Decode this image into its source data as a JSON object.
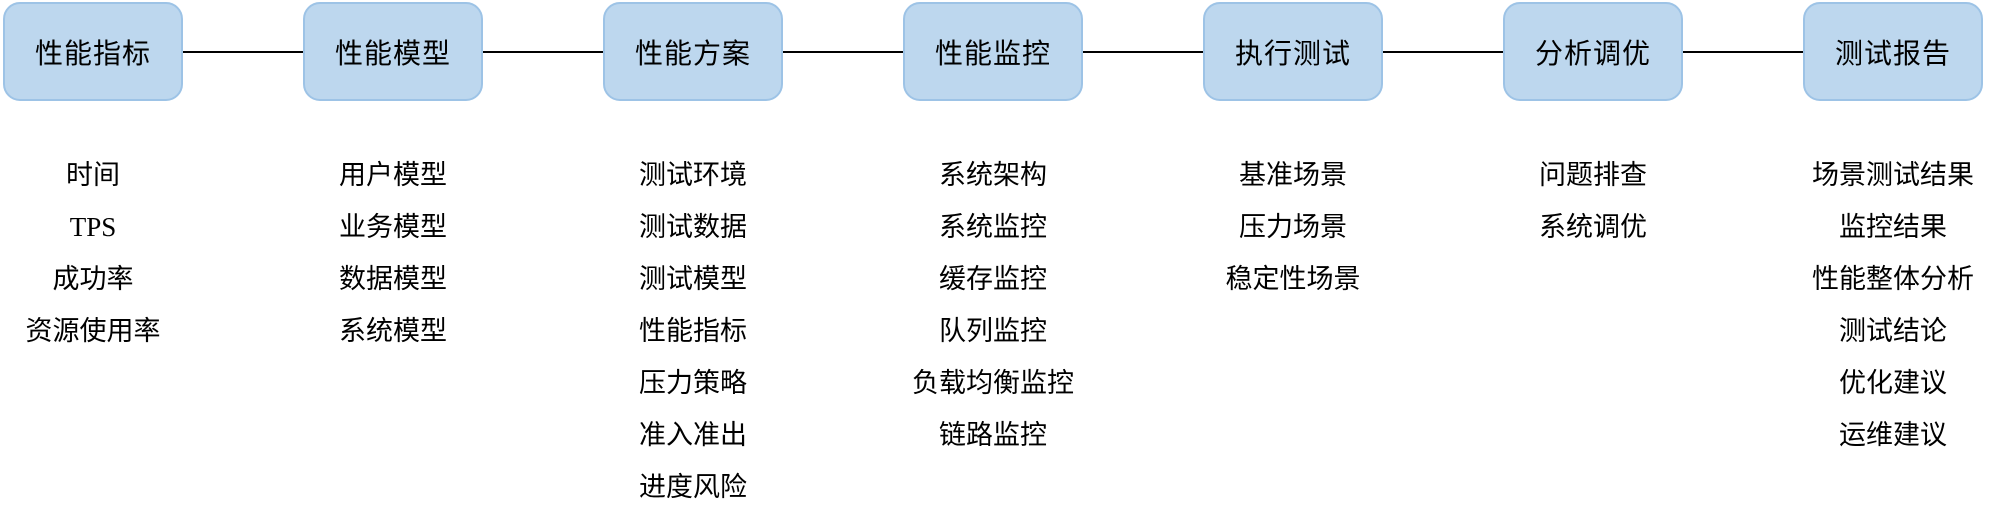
{
  "diagram": {
    "title": "performance-testing-process-flow",
    "colors": {
      "background": "#FFFFFF",
      "box_fill": "#BDD7EE",
      "box_border": "#9DC3E6",
      "connector": "#000000",
      "text": "#000000"
    },
    "columns": [
      {
        "title": "性能指标",
        "items": [
          "时间",
          "TPS",
          "成功率",
          "资源使用率"
        ]
      },
      {
        "title": "性能模型",
        "items": [
          "用户模型",
          "业务模型",
          "数据模型",
          "系统模型"
        ]
      },
      {
        "title": "性能方案",
        "items": [
          "测试环境",
          "测试数据",
          "测试模型",
          "性能指标",
          "压力策略",
          "准入准出",
          "进度风险"
        ]
      },
      {
        "title": "性能监控",
        "items": [
          "系统架构",
          "系统监控",
          "缓存监控",
          "队列监控",
          "负载均衡监控",
          "链路监控"
        ]
      },
      {
        "title": "执行测试",
        "items": [
          "基准场景",
          "压力场景",
          "稳定性场景"
        ]
      },
      {
        "title": "分析调优",
        "items": [
          "问题排查",
          "系统调优"
        ]
      },
      {
        "title": "测试报告",
        "items": [
          "场景测试结果",
          "监控结果",
          "性能整体分析",
          "测试结论",
          "优化建议",
          "运维建议"
        ]
      }
    ]
  }
}
